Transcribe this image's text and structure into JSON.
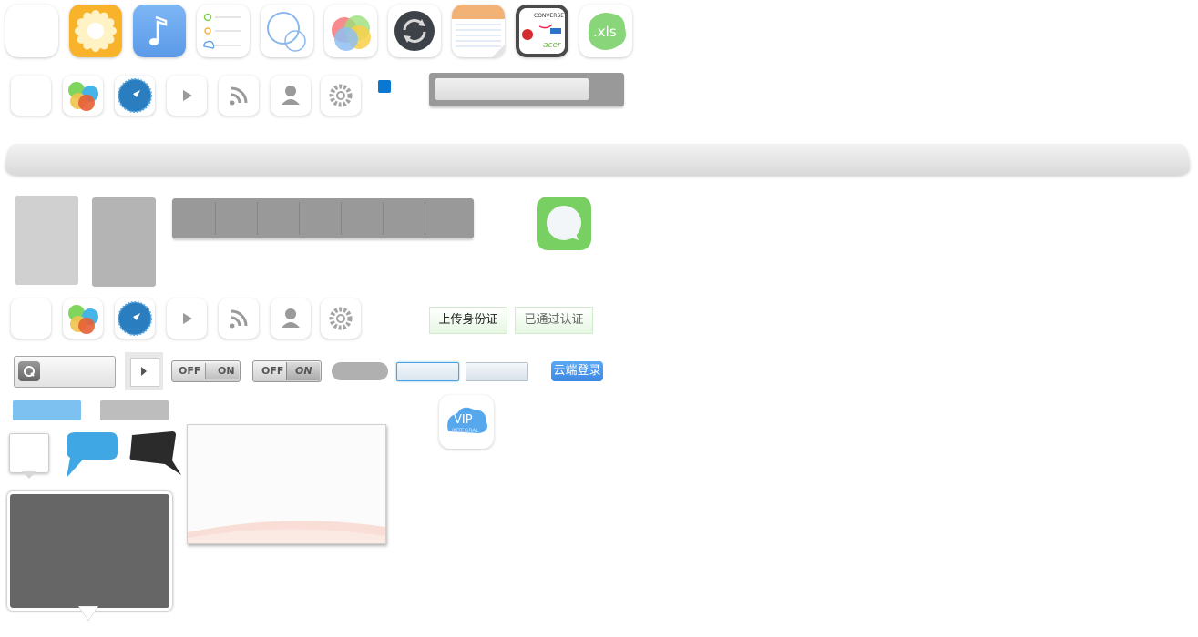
{
  "row1_icons": [
    {
      "name": "blank-app-icon"
    },
    {
      "name": "photos-icon"
    },
    {
      "name": "music-icon"
    },
    {
      "name": "weather-list-icon"
    },
    {
      "name": "circles-icon"
    },
    {
      "name": "game-center-icon"
    },
    {
      "name": "sync-icon"
    },
    {
      "name": "notes-icon"
    },
    {
      "name": "brands-icon",
      "brand_labels": [
        "CONVERSE",
        "acer"
      ]
    },
    {
      "name": "xls-file-icon",
      "label": ".xls"
    }
  ],
  "small_icons": [
    "blank-icon",
    "color-circles-icon",
    "compass-icon",
    "play-icon",
    "rss-icon",
    "user-icon",
    "settings-icon"
  ],
  "certificates": {
    "upload_id": "上传身份证",
    "verified": "已通过认证"
  },
  "toggles": {
    "off": "OFF",
    "on": "ON"
  },
  "cloud_login": "云端登录",
  "vip": {
    "label": "VIP",
    "sub": "INTEGRAL"
  },
  "colors": {
    "photos_bg": "#f9b32a",
    "music_bg": "#6aa8f0",
    "sync_bg": "#3d4148",
    "message_green": "#78cf62",
    "cloud_blue": "#3e93ee",
    "compass_blue": "#2a7ec0",
    "panel_dark": "#666666"
  }
}
